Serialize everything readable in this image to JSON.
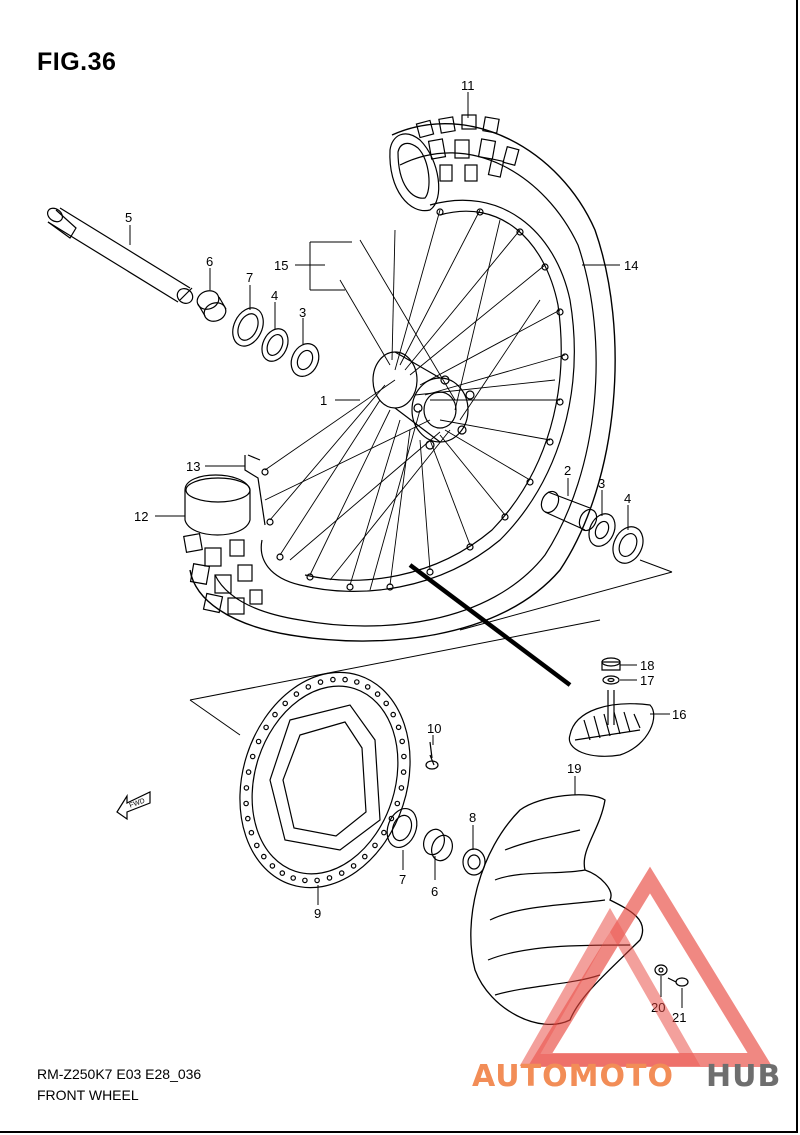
{
  "figure": {
    "title": "FIG.36",
    "model_code": "RM-Z250K7 E03 E28_036",
    "section_name": "FRONT WHEEL",
    "direction_label": "FWD"
  },
  "callouts": [
    "1",
    "2",
    "3",
    "4",
    "5",
    "6",
    "7",
    "8",
    "9",
    "10",
    "11",
    "12",
    "13",
    "14",
    "15",
    "16",
    "17",
    "18",
    "19",
    "20",
    "21"
  ],
  "callouts_secondary": [
    "3",
    "4",
    "6",
    "7"
  ],
  "watermark": {
    "part1": "AUTOMOTO",
    "part2": "HUB",
    "color_main": "#f07a3a",
    "color_dark": "#555555",
    "triangle_color": "#e8453c"
  }
}
